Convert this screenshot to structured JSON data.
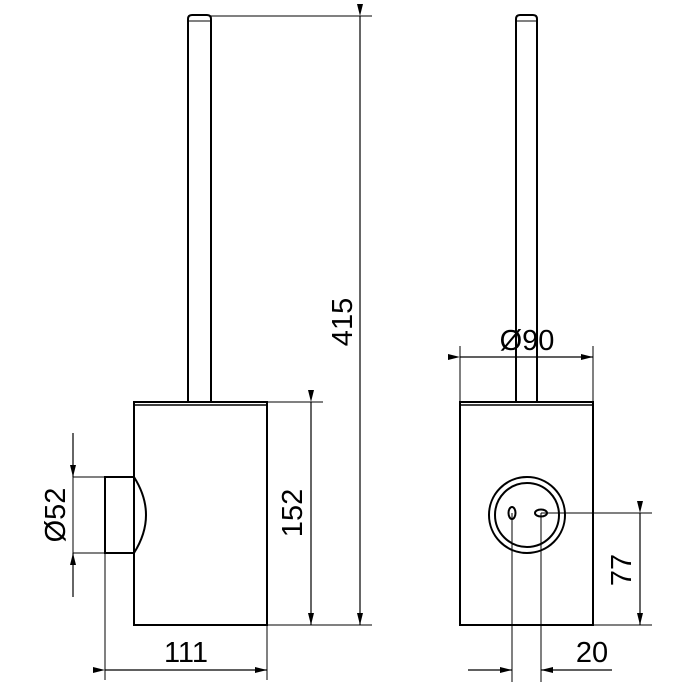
{
  "dimensions": {
    "total_height": "415",
    "body_height": "152",
    "knob_diameter": "Ø52",
    "depth": "111",
    "body_diameter": "Ø90",
    "mount_height": "77",
    "hole_spacing": "20"
  },
  "colors": {
    "line": "#000000",
    "background": "#ffffff"
  }
}
